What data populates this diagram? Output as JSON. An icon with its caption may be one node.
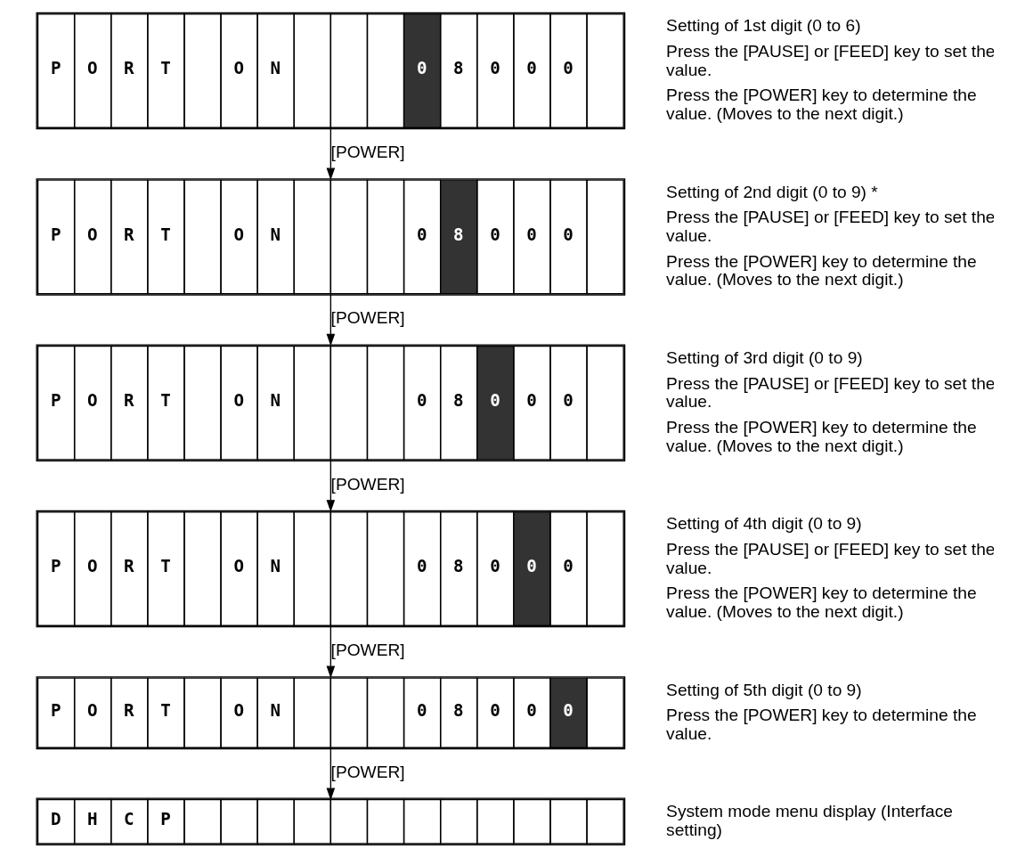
{
  "diagram": {
    "nodes": [
      {
        "text": [
          "P",
          "O",
          "R",
          "T",
          "O",
          "N",
          "0",
          "8",
          "0",
          "0",
          "0"
        ],
        "beside": [
          "Setting of 1st digit (0 to 6)",
          "Press the [PAUSE] or [FEED] key to set the value.",
          "Press the [POWER] key to determine the value. (Moves to the next digit.)"
        ]
      },
      {
        "text": [
          "P",
          "O",
          "R",
          "T",
          "O",
          "N",
          "0",
          "8",
          "0",
          "0",
          "0"
        ],
        "beside": [
          "Setting of 2nd digit (0 to 9) *",
          "Press the [PAUSE] or [FEED] key to set the value.",
          "Press the [POWER] key to determine the value. (Moves to the next digit.)"
        ]
      },
      {
        "text": [
          "P",
          "O",
          "R",
          "T",
          "O",
          "N",
          "0",
          "8",
          "0",
          "0",
          "0"
        ],
        "beside": [
          "Setting of 3rd digit (0 to 9)",
          "Press the [PAUSE] or [FEED] key to set the value.",
          "Press the [POWER] key to determine the value. (Moves to the next digit.)"
        ]
      },
      {
        "text": [
          "P",
          "O",
          "R",
          "T",
          "O",
          "N",
          "0",
          "8",
          "0",
          "0",
          "0"
        ],
        "beside": [
          "Setting of 4th digit (0 to 9)",
          "Press the [PAUSE] or [FEED] key to set the value.",
          "Press the [POWER] key to determine the value. (Moves to the next digit.)"
        ]
      },
      {
        "text": [
          "P",
          "O",
          "R",
          "T",
          "O",
          "N",
          "0",
          "8",
          "0",
          "0",
          "0"
        ],
        "beside": [
          "Setting of 5th digit (0 to 9)",
          "Press the [POWER] key to determine the value."
        ]
      },
      {
        "text": [
          "D",
          "H",
          "C",
          "P"
        ],
        "beside": [
          "System mode menu display (Interface setting)"
        ]
      }
    ],
    "edges": [
      {
        "from": 0,
        "to": 1,
        "arrow": "to",
        "label": "[POWER]"
      },
      {
        "from": 1,
        "to": 2,
        "arrow": "to",
        "label": "[POWER]"
      },
      {
        "from": 2,
        "to": 3,
        "arrow": "to",
        "label": "[POWER]"
      },
      {
        "from": 3,
        "to": 4,
        "arrow": "to",
        "label": "[POWER]"
      },
      {
        "from": 4,
        "to": 5,
        "arrow": "to",
        "label": "[POWER]"
      }
    ]
  }
}
